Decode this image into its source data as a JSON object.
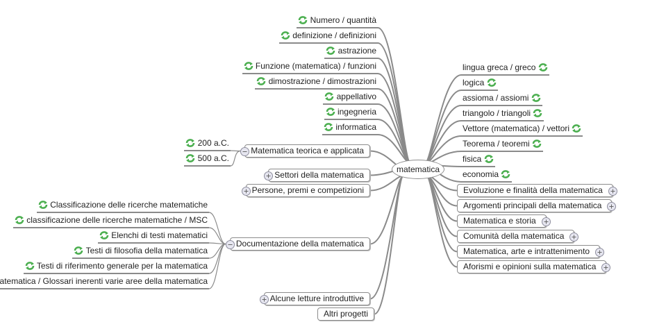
{
  "center": {
    "label": "matematica"
  },
  "colors": {
    "link": "#8a8a8a",
    "sync_icon": "#4caf50",
    "node_border": "#8c8c8c"
  },
  "left_leaves": [
    {
      "label": "Numero / quantità",
      "icon": "sync-icon"
    },
    {
      "label": "definizione / definizioni",
      "icon": "sync-icon"
    },
    {
      "label": "astrazione",
      "icon": "sync-icon"
    },
    {
      "label": "Funzione (matematica) / funzioni",
      "icon": "sync-icon"
    },
    {
      "label": "dimostrazione / dimostrazioni",
      "icon": "sync-icon"
    },
    {
      "label": "appellativo",
      "icon": "sync-icon"
    },
    {
      "label": "ingegneria",
      "icon": "sync-icon"
    },
    {
      "label": "informatica",
      "icon": "sync-icon"
    }
  ],
  "left_topics": [
    {
      "label": "Matematica teorica e applicata",
      "toggle": "collapse",
      "children": [
        {
          "label": "200 a.C.",
          "icon": "sync-icon"
        },
        {
          "label": "500 a.C.",
          "icon": "sync-icon"
        }
      ]
    },
    {
      "label": "Settori della matematica",
      "toggle": "expand"
    },
    {
      "label": "Persone, premi e competizioni",
      "toggle": "expand"
    },
    {
      "label": "Documentazione della matematica",
      "toggle": "collapse",
      "children": [
        {
          "label": "Classificazione delle ricerche matematiche",
          "icon": "sync-icon"
        },
        {
          "label": "classificazione delle ricerche matematiche / MSC",
          "icon": "sync-icon"
        },
        {
          "label": "Elenchi di testi matematici",
          "icon": "sync-icon"
        },
        {
          "label": "Testi di filosofia della matematica",
          "icon": "sync-icon"
        },
        {
          "label": "Testi di riferimento generale per la matematica",
          "icon": "sync-icon"
        },
        {
          "label": "matematica / Glossari inerenti varie aree della matematica",
          "icon": ""
        }
      ]
    },
    {
      "label": "Alcune letture introduttive",
      "toggle": "expand"
    },
    {
      "label": "Altri progetti",
      "toggle": ""
    }
  ],
  "right_leaves": [
    {
      "label": "lingua greca / greco",
      "icon": "sync-icon"
    },
    {
      "label": "logica",
      "icon": "sync-icon"
    },
    {
      "label": "assioma / assiomi",
      "icon": "sync-icon"
    },
    {
      "label": "triangolo / triangoli",
      "icon": "sync-icon"
    },
    {
      "label": "Vettore (matematica) / vettori",
      "icon": "sync-icon"
    },
    {
      "label": "Teorema / teoremi",
      "icon": "sync-icon"
    },
    {
      "label": "fisica",
      "icon": "sync-icon"
    },
    {
      "label": "economia",
      "icon": "sync-icon"
    }
  ],
  "right_topics": [
    {
      "label": "Evoluzione e finalità della matematica",
      "toggle": "expand"
    },
    {
      "label": "Argomenti principali della matematica",
      "toggle": "expand"
    },
    {
      "label": "Matematica e storia",
      "toggle": "expand"
    },
    {
      "label": "Comunità della matematica",
      "toggle": "expand"
    },
    {
      "label": "Matematica, arte e intrattenimento",
      "toggle": "expand"
    },
    {
      "label": "Aforismi e opinioni sulla matematica",
      "toggle": "expand"
    }
  ]
}
